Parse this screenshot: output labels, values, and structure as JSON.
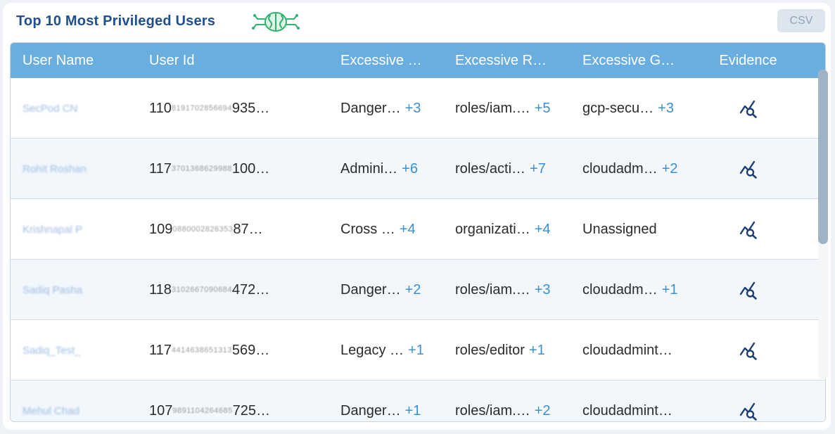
{
  "widget": {
    "title": "Top 10 Most Privileged Users",
    "title_icon": "brain-circuit-icon",
    "csv_label": "CSV"
  },
  "colors": {
    "header_bg": "#6aaee0",
    "title": "#1f4f8c",
    "more_count": "#3d8fd1",
    "row_alt": "#f2f7fc"
  },
  "table": {
    "columns": [
      "User Name",
      "User Id",
      "Excessive Policies",
      "Excessive Roles",
      "Excessive Groups",
      "Evidence"
    ],
    "columns_display": [
      "User Name",
      "User Id",
      "Excessive …",
      "Excessive R…",
      "Excessive G…",
      "Evidence"
    ],
    "evidence_icon": "chart-search-icon",
    "rows": [
      {
        "user_name": "SecPod CN",
        "user_id_prefix": "110",
        "user_id_masked": "8191702856694",
        "user_id_suffix": "935…",
        "policy": "Danger…",
        "policy_more": "+3",
        "role": "roles/iam.…",
        "role_more": "+5",
        "group": "gcp-secu…",
        "group_more": "+3"
      },
      {
        "user_name": "Rohit Roshan",
        "user_id_prefix": "117",
        "user_id_masked": "3701368629988",
        "user_id_suffix": "100…",
        "policy": "Admini…",
        "policy_more": "+6",
        "role": "roles/acti…",
        "role_more": "+7",
        "group": "cloudadm…",
        "group_more": "+2"
      },
      {
        "user_name": "Krishnapal P",
        "user_id_prefix": "109",
        "user_id_masked": "0880002826353",
        "user_id_suffix": "87…",
        "policy": "Cross …",
        "policy_more": "+4",
        "role": "organizati…",
        "role_more": "+4",
        "group": "Unassigned",
        "group_more": ""
      },
      {
        "user_name": "Sadiq Pasha",
        "user_id_prefix": "118",
        "user_id_masked": "3102667090684",
        "user_id_suffix": "472…",
        "policy": "Danger…",
        "policy_more": "+2",
        "role": "roles/iam.…",
        "role_more": "+3",
        "group": "cloudadm…",
        "group_more": "+1"
      },
      {
        "user_name": "Sadiq_Test_",
        "user_id_prefix": "117",
        "user_id_masked": "4414638651313",
        "user_id_suffix": "569…",
        "policy": "Legacy …",
        "policy_more": "+1",
        "role": "roles/editor",
        "role_more": "+1",
        "group": "cloudadmint…",
        "group_more": ""
      },
      {
        "user_name": "Mehul Chad",
        "user_id_prefix": "107",
        "user_id_masked": "9891104264685",
        "user_id_suffix": "725…",
        "policy": "Danger…",
        "policy_more": "+1",
        "role": "roles/iam.…",
        "role_more": "+2",
        "group": "cloudadmint…",
        "group_more": ""
      }
    ]
  }
}
